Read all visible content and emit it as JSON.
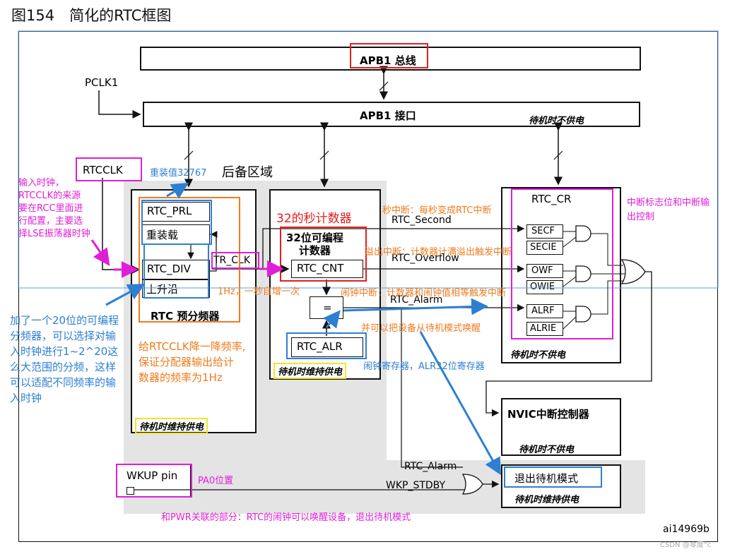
{
  "figure_title": "图154　简化的RTC框图",
  "blocks": {
    "apb1_bus": "APB1 总线",
    "apb1_interface": "APB1 接口",
    "standby_no_power_1": "待机时不供电",
    "pclk1": "PCLK1",
    "rtcclk": "RTCCLK",
    "backup_domain": "后备区域",
    "rtc_prl": "RTC_PRL",
    "reload": "重装载",
    "rtc_div": "RTC_DIV",
    "rising_edge": "上升沿",
    "prescaler_caption": "RTC 预分频器",
    "standby_keep_1": "待机时维持供电",
    "tr_clk": "TR_CLK",
    "counter_title": "32位可编程\n计数器",
    "rtc_cnt": "RTC_CNT",
    "equals": "=",
    "rtc_alr": "RTC_ALR",
    "standby_keep_2": "待机时维持供电",
    "rtc_cr": "RTC_CR",
    "secf": "SECF",
    "secie": "SECIE",
    "owf": "OWF",
    "owie": "OWIE",
    "alrf": "ALRF",
    "alrie": "ALRIE",
    "standby_no_power_2": "待机时不供电",
    "rtc_second": "RTC_Second",
    "rtc_overflow": "RTC_Overflow",
    "rtc_alarm": "RTC_Alarm",
    "rtc_alarm_2": "RTC_Alarm",
    "nvic": "NVIC中断控制器",
    "standby_no_power_3": "待机时不供电",
    "wkup_pin": "WKUP pin",
    "wkp_stdby": "WKP_STDBY",
    "exit_standby": "退出待机模式",
    "standby_keep_3": "待机时维持供电",
    "figure_id": "ai14969b",
    "watermark": "CSDN @零度°c"
  },
  "annotations": {
    "input_clock": "输入时钟，\nRTCCLK的来源\n要在RCC里面进\n行配置，主要选\n择LSE振荡器时钟",
    "reload_value": "重装值32767",
    "prescaler_20bit": "加了一个20位的可编程\n分频器，可以选择对输\n入时钟进行1~2^20这\n么大范围的分频，这样\n可以适配不同频率的输\n入时钟",
    "lower_freq": "给RTCCLK降一降频率,\n保证分配器输出给计\n数器的频率为1Hz",
    "one_hz": "1Hz，一秒自增一次",
    "counter_32": "32的秒计数器",
    "second_irq": "秒中断：每秒变成RTC中断",
    "overflow_irq": "溢出中断：计数器计满溢出触发中断",
    "alarm_irq": "闹钟中断：计数器和闹钟值相等触发中断",
    "wake_device": "并可以把设备从待机模式唤醒",
    "alarm_register": "闹钟寄存器，ALR32位寄存器",
    "flag_output": "中断标志位和中断输\n出控制",
    "pa0": "PA0位置",
    "pwr_part": "和PWR关联的部分：RTC的闹钟可以唤醒设备，退出待机模式"
  },
  "colors": {
    "orange": "#f07b1c",
    "magenta": "#e01ed8",
    "blue": "#2d7fd2",
    "red": "#e0201e",
    "yellow": "#f4e32a",
    "backup_gray": "#e4e4e4"
  }
}
